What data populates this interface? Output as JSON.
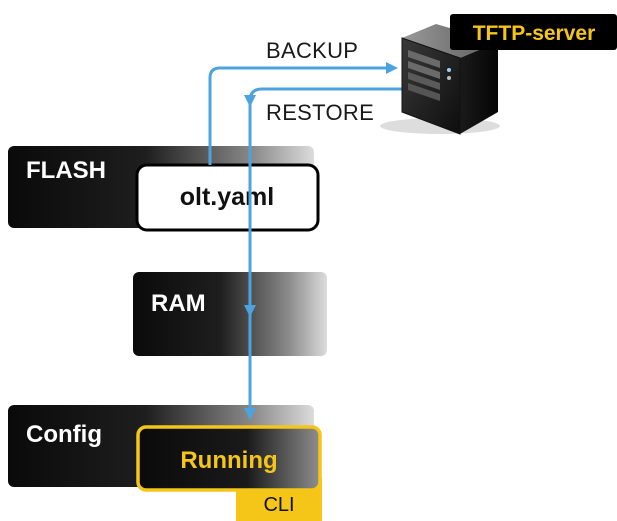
{
  "colors": {
    "flow_line": "#4da3e0",
    "accent_yellow": "#f5c518",
    "block_dark": "#0b0b0b",
    "block_light": "#d6d6d6"
  },
  "server": {
    "icon": "server-tower-icon",
    "label": "TFTP-server"
  },
  "flows": {
    "backup_label": "BACKUP",
    "restore_label": "RESTORE"
  },
  "flash": {
    "label": "FLASH",
    "file": "olt.yaml"
  },
  "ram": {
    "label": "RAM"
  },
  "config": {
    "label": "Config",
    "running": "Running",
    "cli": "CLI"
  }
}
